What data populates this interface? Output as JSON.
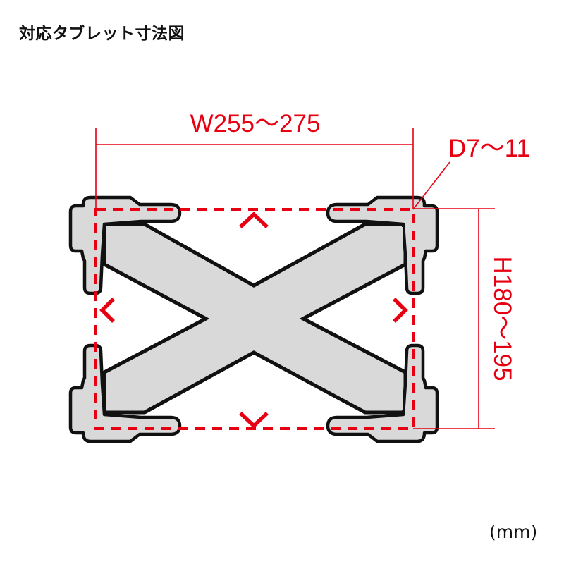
{
  "title": "対応タブレット寸法図",
  "unit_label": "(mm)",
  "dimensions": {
    "width": {
      "label": "W255〜275",
      "min": 255,
      "max": 275
    },
    "depth": {
      "label": "D7〜11",
      "min": 7,
      "max": 11
    },
    "height": {
      "label": "H180〜195",
      "min": 180,
      "max": 195
    }
  },
  "colors": {
    "dimension_red": "#e60012",
    "holder_fill": "#d9d9d9",
    "outline": "#111111",
    "title_text": "#111111"
  },
  "diagram": {
    "subject": "X-shaped tablet holder with four corner clamps",
    "tablet_outline": "dashed red rectangle",
    "arrows": [
      "up",
      "left",
      "right",
      "down"
    ]
  }
}
